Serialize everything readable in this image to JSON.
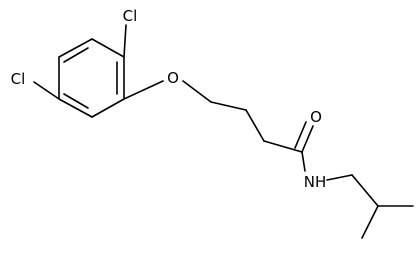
{
  "structure": {
    "atoms": {
      "cl_top": "Cl",
      "cl_left": "Cl",
      "oxygen_ether": "O",
      "oxygen_carbonyl": "O",
      "nitrogen_amide": "NH"
    }
  }
}
